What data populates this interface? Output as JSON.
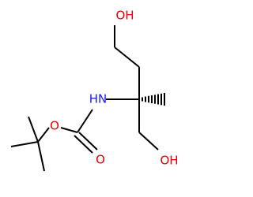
{
  "molecule": {
    "atoms": {
      "hydroxyl_top": {
        "label": "OH",
        "color": "#e60000"
      },
      "amine": {
        "label": "HN",
        "color": "#1a1aff"
      },
      "carbonyl_o": {
        "label": "O",
        "color": "#e60000"
      },
      "ester_o": {
        "label": "O",
        "color": "#e60000"
      },
      "hydroxyl_bottom": {
        "label": "OH",
        "color": "#e60000"
      }
    },
    "bond_color": "#000000"
  }
}
